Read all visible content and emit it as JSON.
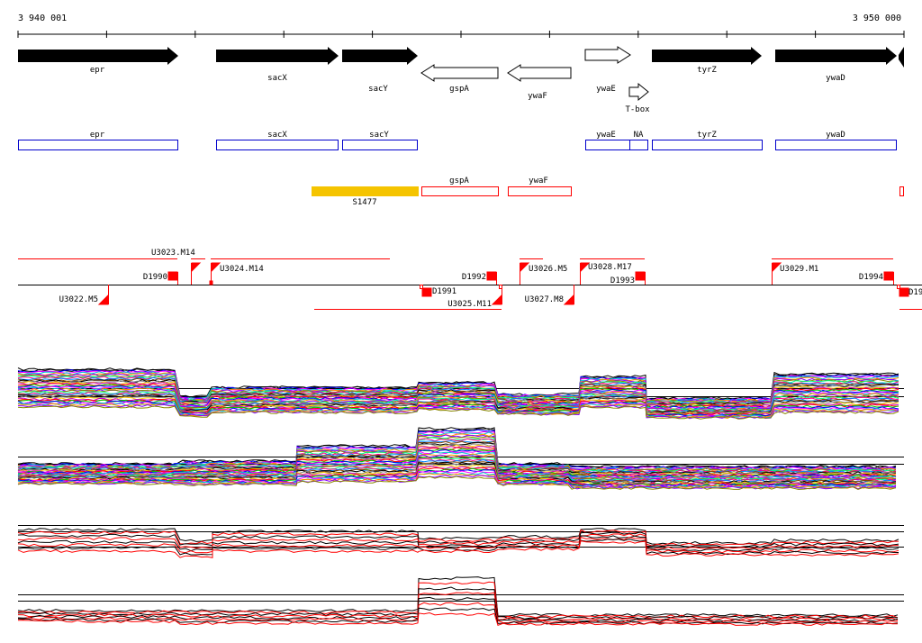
{
  "ruler": {
    "start_label": "3 940 001",
    "end_label": "3 950 000"
  },
  "genes": [
    {
      "name": "epr",
      "strand": "+"
    },
    {
      "name": "sacX",
      "strand": "+"
    },
    {
      "name": "sacY",
      "strand": "+"
    },
    {
      "name": "gspA",
      "strand": "-"
    },
    {
      "name": "ywaF",
      "strand": "-"
    },
    {
      "name": "ywaE",
      "strand": "+"
    },
    {
      "name": "tyrZ",
      "strand": "+"
    },
    {
      "name": "ywaD",
      "strand": "+"
    }
  ],
  "tbox_label": "T-box",
  "cds_boxes": [
    "epr",
    "sacX",
    "sacY",
    "ywaE",
    "NA",
    "tyrZ",
    "ywaD"
  ],
  "rna_features": {
    "s_label": "S1477",
    "boxes": [
      "gspA",
      "ywaF"
    ]
  },
  "segments": {
    "above": [
      "D1990",
      "U3023.M14",
      "U3024.M14",
      "D1992",
      "U3026.M5",
      "U3028.M17",
      "D1993",
      "U3029.M1",
      "D1994"
    ],
    "below": [
      "U3022.M5",
      "D1991",
      "U3025.M11",
      "U3027.M8",
      "D19"
    ]
  },
  "colors": {
    "gene_fill": "#000000",
    "cds_box": "#0000cc",
    "rna_box": "#ff0000",
    "s_feature": "#f5c400",
    "segment": "#ff0000",
    "palette": [
      "#ff0000",
      "#00cc00",
      "#0000ff",
      "#ff00ff",
      "#00cccc",
      "#ff8800",
      "#8800ff",
      "#888800",
      "#00ff88",
      "#ff0088",
      "#0088ff",
      "#884400",
      "#000000",
      "#888888",
      "#ffcc00",
      "#cc00cc"
    ]
  }
}
